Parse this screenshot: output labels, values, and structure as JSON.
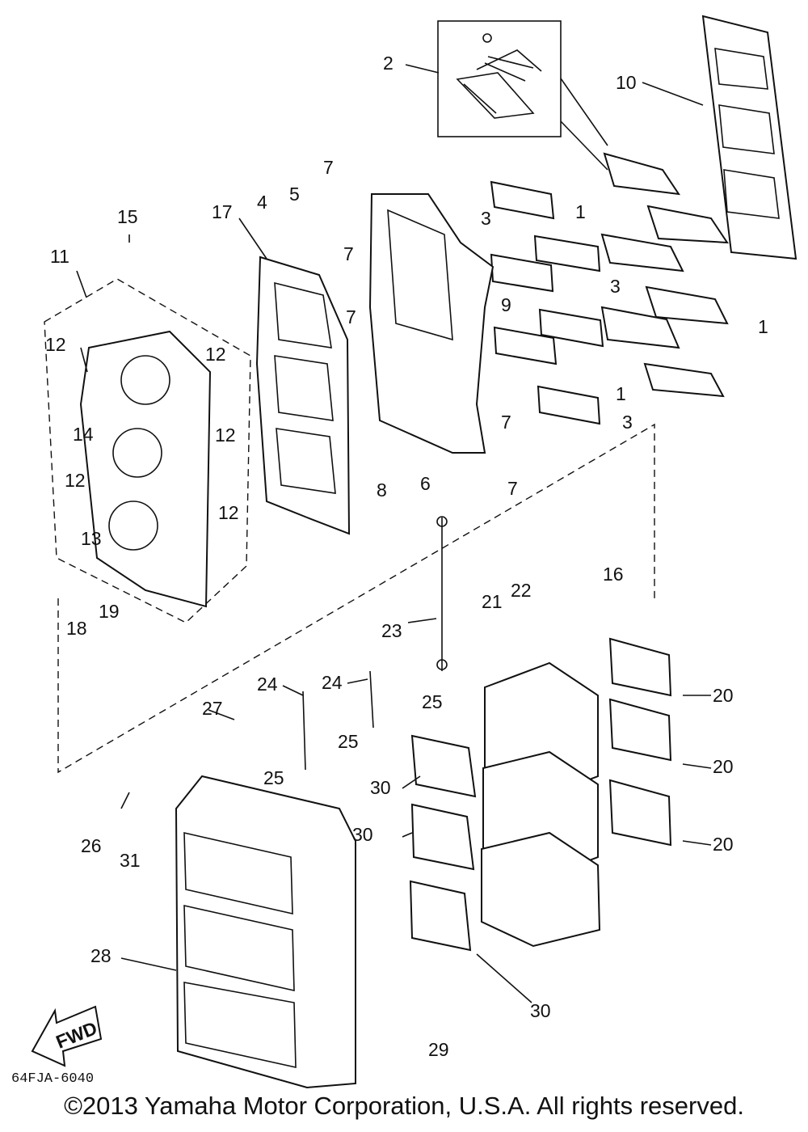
{
  "diagram": {
    "part_numbers": [
      "1",
      "2",
      "3",
      "4",
      "5",
      "6",
      "7",
      "8",
      "9",
      "10",
      "11",
      "12",
      "13",
      "14",
      "15",
      "16",
      "17",
      "18",
      "19",
      "20",
      "21",
      "22",
      "23",
      "24",
      "25",
      "26",
      "27",
      "28",
      "29",
      "30",
      "31"
    ],
    "fwd_label": "FWD",
    "figure_code": "64FJA-6040",
    "copyright": "©2013 Yamaha Motor Corporation, U.S.A. All rights reserved."
  }
}
